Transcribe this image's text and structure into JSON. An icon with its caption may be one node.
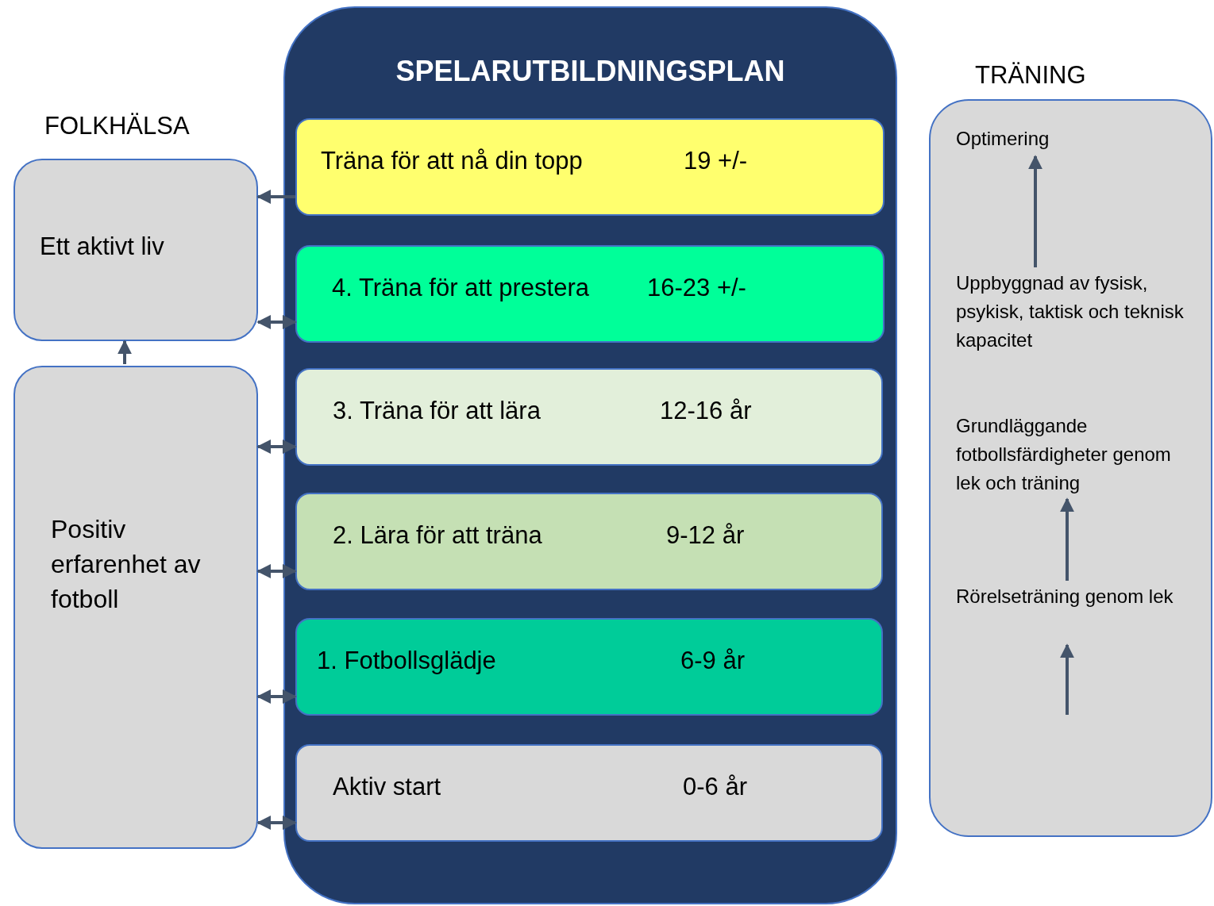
{
  "diagram": {
    "nodes": [
      {
        "text": [
          "SPELARUTBILDNINGSPLAN"
        ]
      },
      {
        "text": [
          "Träna för att nå din topp",
          "19 +/-"
        ],
        "in": 0
      },
      {
        "text": [
          "4. Träna för att prestera",
          "16-23 +/-"
        ],
        "in": 0
      },
      {
        "text": [
          "3. Träna för att lära",
          "12-16 år"
        ],
        "in": 0
      },
      {
        "text": [
          "2. Lära för att träna",
          "9-12 år"
        ],
        "in": 0
      },
      {
        "text": [
          "1. Fotbollsglädje",
          "6-9 år"
        ],
        "in": 0
      },
      {
        "text": [
          "Aktiv start",
          "0-6 år"
        ],
        "in": 0
      },
      {
        "text": [
          "FOLKHÄLSA",
          "Ett aktivt liv"
        ]
      },
      {
        "text": [
          "Positiv erfarenhet av fotboll"
        ]
      },
      {
        "text": [
          "TRÄNING"
        ]
      },
      {
        "text": [
          "Optimering"
        ],
        "in": 9
      },
      {
        "text": [
          "Uppbyggnad av fysisk, psykisk, taktisk och teknisk kapacitet"
        ],
        "in": 9
      },
      {
        "text": [
          "Grundläggande fotbollsfärdigheter genom lek och  träning"
        ],
        "in": 9
      },
      {
        "text": [
          "Rörelseträning genom lek"
        ],
        "in": 9
      }
    ],
    "edges": [
      {
        "from": 1,
        "to": 7,
        "arrow": "to"
      },
      {
        "from": 7,
        "to": 2,
        "arrow": "both"
      },
      {
        "from": 8,
        "to": 3,
        "arrow": "both"
      },
      {
        "from": 8,
        "to": 4,
        "arrow": "both"
      },
      {
        "from": 8,
        "to": 5,
        "arrow": "both"
      },
      {
        "from": 8,
        "to": 6,
        "arrow": "both"
      },
      {
        "from": 8,
        "to": 7,
        "arrow": "to"
      },
      {
        "from": 11,
        "to": 10,
        "arrow": "to"
      },
      {
        "from": 13,
        "to": 12,
        "arrow": "to"
      },
      {
        "from": null,
        "to": 13,
        "arrow": "to"
      }
    ]
  }
}
